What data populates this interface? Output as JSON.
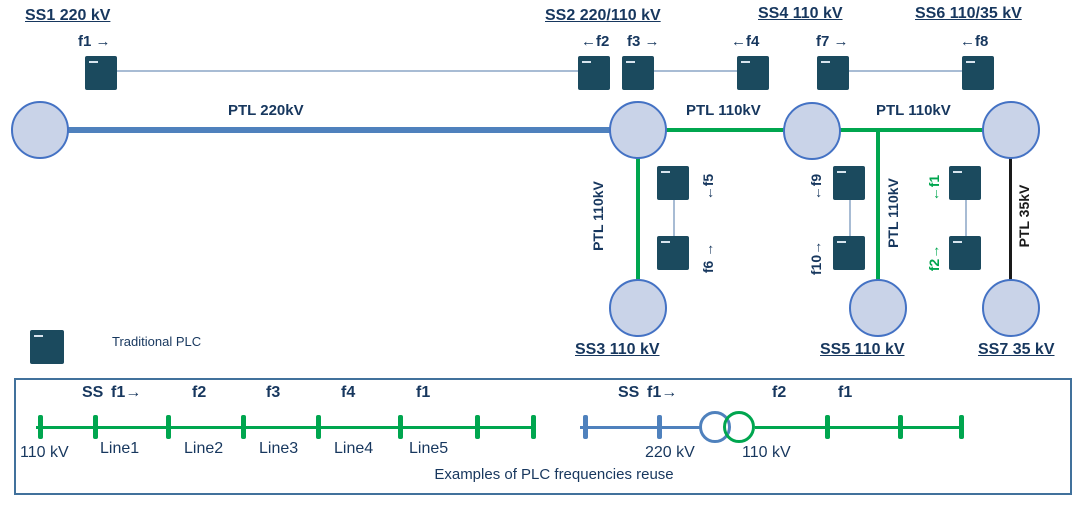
{
  "colors": {
    "navy_text": "#17375E",
    "green": "#00A64F",
    "ptl220_blue": "#4F81BD",
    "plc_box_dark": "#1B4A5E",
    "node_fill": "#C9D3E8",
    "node_border": "#4472C4",
    "ptl35_black": "#1a1a1a",
    "panel_border": "#41719C"
  },
  "network": {
    "substations": {
      "ss1": "SS1 220 kV",
      "ss2": "SS2 220/110 kV",
      "ss3": "SS3 110 kV",
      "ss4": "SS4 110 kV",
      "ss5": "SS5 110 kV",
      "ss6": "SS6 110/35 kV",
      "ss7": "SS7 35 kV"
    },
    "lines": {
      "ptl220": "PTL 220kV",
      "ptl110_ss2_ss4": "PTL 110kV",
      "ptl110_ss4_ss6": "PTL 110kV",
      "ptl110_ss2_ss3": "PTL 110kV",
      "ptl110_ss4_ss5": "PTL 110kV",
      "ptl35_ss6_ss7": "PTL 35kV"
    },
    "frequencies": {
      "f1": "f1 →",
      "f2": "←f2",
      "f3": "f3 →",
      "f4": "←f4",
      "f5": "←f5",
      "f6": "f6 →",
      "f7": "f7 →",
      "f8": "←f8",
      "f9": "←f9",
      "f10": "f10→",
      "f1_reused": "←f1",
      "f2_reused": "f2→"
    }
  },
  "legend": {
    "traditional_plc": "Traditional PLC"
  },
  "examples": {
    "caption": "Examples of PLC frequencies reuse",
    "line_example": {
      "voltage": "110 kV",
      "ss": "SS",
      "freq_above": [
        "f1→",
        "f2",
        "f3",
        "f4",
        "f1"
      ],
      "line_names": [
        "Line1",
        "Line2",
        "Line3",
        "Line4",
        "Line5"
      ]
    },
    "transformer_example": {
      "ss": "SS",
      "freq_left": "f1→",
      "freq_right": "f2",
      "freq_reused": "f1",
      "voltage_left": "220 kV",
      "voltage_right": "110 kV"
    }
  }
}
